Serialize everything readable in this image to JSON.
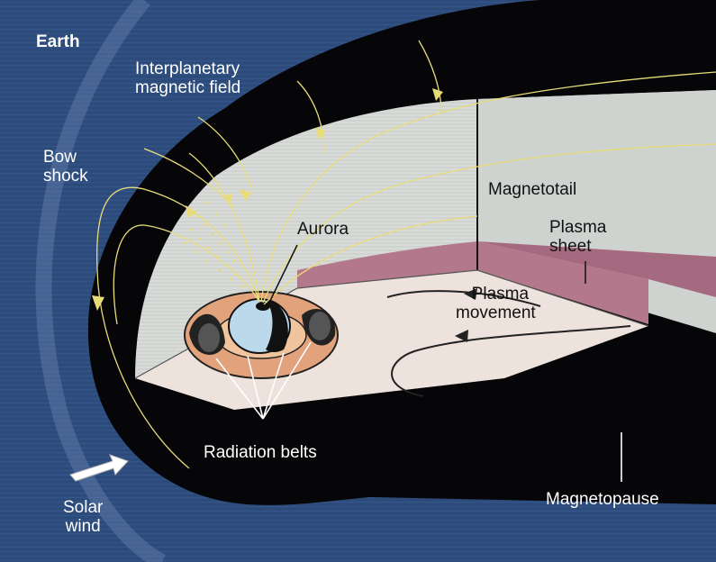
{
  "labels": {
    "earth": "Earth",
    "imf_line1": "Interplanetary",
    "imf_line2": "magnetic field",
    "bow_line1": "Bow",
    "bow_line2": "shock",
    "magnetotail": "Magnetotail",
    "plasma_sheet_line1": "Plasma",
    "plasma_sheet_line2": "sheet",
    "aurora": "Aurora",
    "plasma_move_line1": "Plasma",
    "plasma_move_line2": "movement",
    "radiation_belts": "Radiation belts",
    "solar_wind_line1": "Solar",
    "solar_wind_line2": "wind",
    "magnetopause": "Magnetopause"
  },
  "colors": {
    "space": "#2c4a78",
    "magnetosphere": "#060609",
    "cutaway_wall": "#d6d9d6",
    "plasma_sheet": "#b3788c",
    "radiation_belt": "#e2a37c",
    "field_line": "#e8dc78",
    "earth": "#bcd9ec"
  }
}
